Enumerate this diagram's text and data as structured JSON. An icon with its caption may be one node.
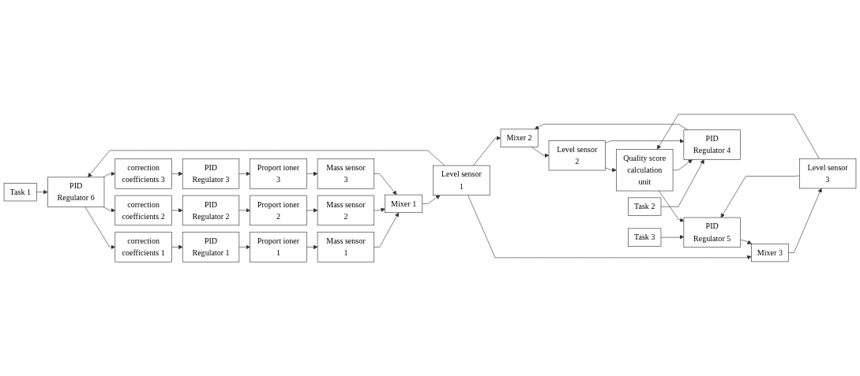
{
  "diagram": {
    "nodes": [
      {
        "text": [
          "correction coefficients 1"
        ]
      },
      {
        "text": [
          "PID Regulator 1"
        ]
      },
      {
        "text": [
          "Proport ioner 1"
        ]
      },
      {
        "text": [
          "Mass sensor 1"
        ]
      },
      {
        "text": [
          "Task 1"
        ]
      },
      {
        "text": [
          "PID Regulator 6"
        ]
      },
      {
        "text": [
          "correction coefficients 2"
        ]
      },
      {
        "text": [
          "PID Regulator 2"
        ]
      },
      {
        "text": [
          "Proport ioner 2"
        ]
      },
      {
        "text": [
          "Mass sensor 2"
        ]
      },
      {
        "text": [
          "Mixer 1"
        ]
      },
      {
        "text": [
          "Level sensor 1"
        ]
      },
      {
        "text": [
          "correction coefficients 3"
        ]
      },
      {
        "text": [
          "PID Regulator 3"
        ]
      },
      {
        "text": [
          "Proport ioner 3"
        ]
      },
      {
        "text": [
          "Mass sensor 3"
        ]
      },
      {
        "text": [
          "Task 2"
        ]
      },
      {
        "text": [
          "PID Regulator 4"
        ]
      },
      {
        "text": [
          "Mixer 2"
        ]
      },
      {
        "text": [
          "Level sensor 2"
        ]
      },
      {
        "text": [
          "Quality score calculation unit"
        ]
      },
      {
        "text": [
          "Task 3"
        ]
      },
      {
        "text": [
          "PID Regulator 5"
        ]
      },
      {
        "text": [
          "Mixer 3"
        ]
      },
      {
        "text": [
          "Level sensor 3"
        ]
      }
    ],
    "edges": [
      {
        "from": 4,
        "to": 5,
        "arrow": "to"
      },
      {
        "from": 11,
        "to": 5,
        "arrow": "to"
      },
      {
        "from": 5,
        "to": 0,
        "arrow": "to"
      },
      {
        "from": 5,
        "to": 6,
        "arrow": "to"
      },
      {
        "from": 5,
        "to": 12,
        "arrow": "to"
      },
      {
        "from": 0,
        "to": 1,
        "arrow": "to"
      },
      {
        "from": 1,
        "to": 2,
        "arrow": "to"
      },
      {
        "from": 2,
        "to": 3,
        "arrow": "to"
      },
      {
        "from": 6,
        "to": 7,
        "arrow": "to"
      },
      {
        "from": 7,
        "to": 8,
        "arrow": "to"
      },
      {
        "from": 8,
        "to": 9,
        "arrow": "to"
      },
      {
        "from": 12,
        "to": 13,
        "arrow": "to"
      },
      {
        "from": 13,
        "to": 14,
        "arrow": "to"
      },
      {
        "from": 14,
        "to": 15,
        "arrow": "to"
      },
      {
        "from": 3,
        "to": 10,
        "arrow": "to"
      },
      {
        "from": 9,
        "to": 10,
        "arrow": "to"
      },
      {
        "from": 15,
        "to": 10,
        "arrow": "to"
      },
      {
        "from": 10,
        "to": 11,
        "arrow": "to"
      },
      {
        "from": 11,
        "to": 18,
        "arrow": "to"
      },
      {
        "from": 11,
        "to": 23,
        "arrow": "to"
      },
      {
        "from": 16,
        "to": 17,
        "arrow": "to"
      },
      {
        "from": 20,
        "to": 17,
        "arrow": "to"
      },
      {
        "from": 19,
        "to": 17,
        "arrow": "to"
      },
      {
        "from": 17,
        "to": 18,
        "arrow": "to"
      },
      {
        "from": 18,
        "to": 19,
        "arrow": "to"
      },
      {
        "from": 19,
        "to": 20,
        "arrow": "to"
      },
      {
        "from": 21,
        "to": 22,
        "arrow": "to"
      },
      {
        "from": 20,
        "to": 22,
        "arrow": "to"
      },
      {
        "from": 24,
        "to": 22,
        "arrow": "to"
      },
      {
        "from": 22,
        "to": 23,
        "arrow": "to"
      },
      {
        "from": 23,
        "to": 24,
        "arrow": "to"
      },
      {
        "from": 24,
        "to": 20,
        "arrow": "to"
      }
    ]
  }
}
